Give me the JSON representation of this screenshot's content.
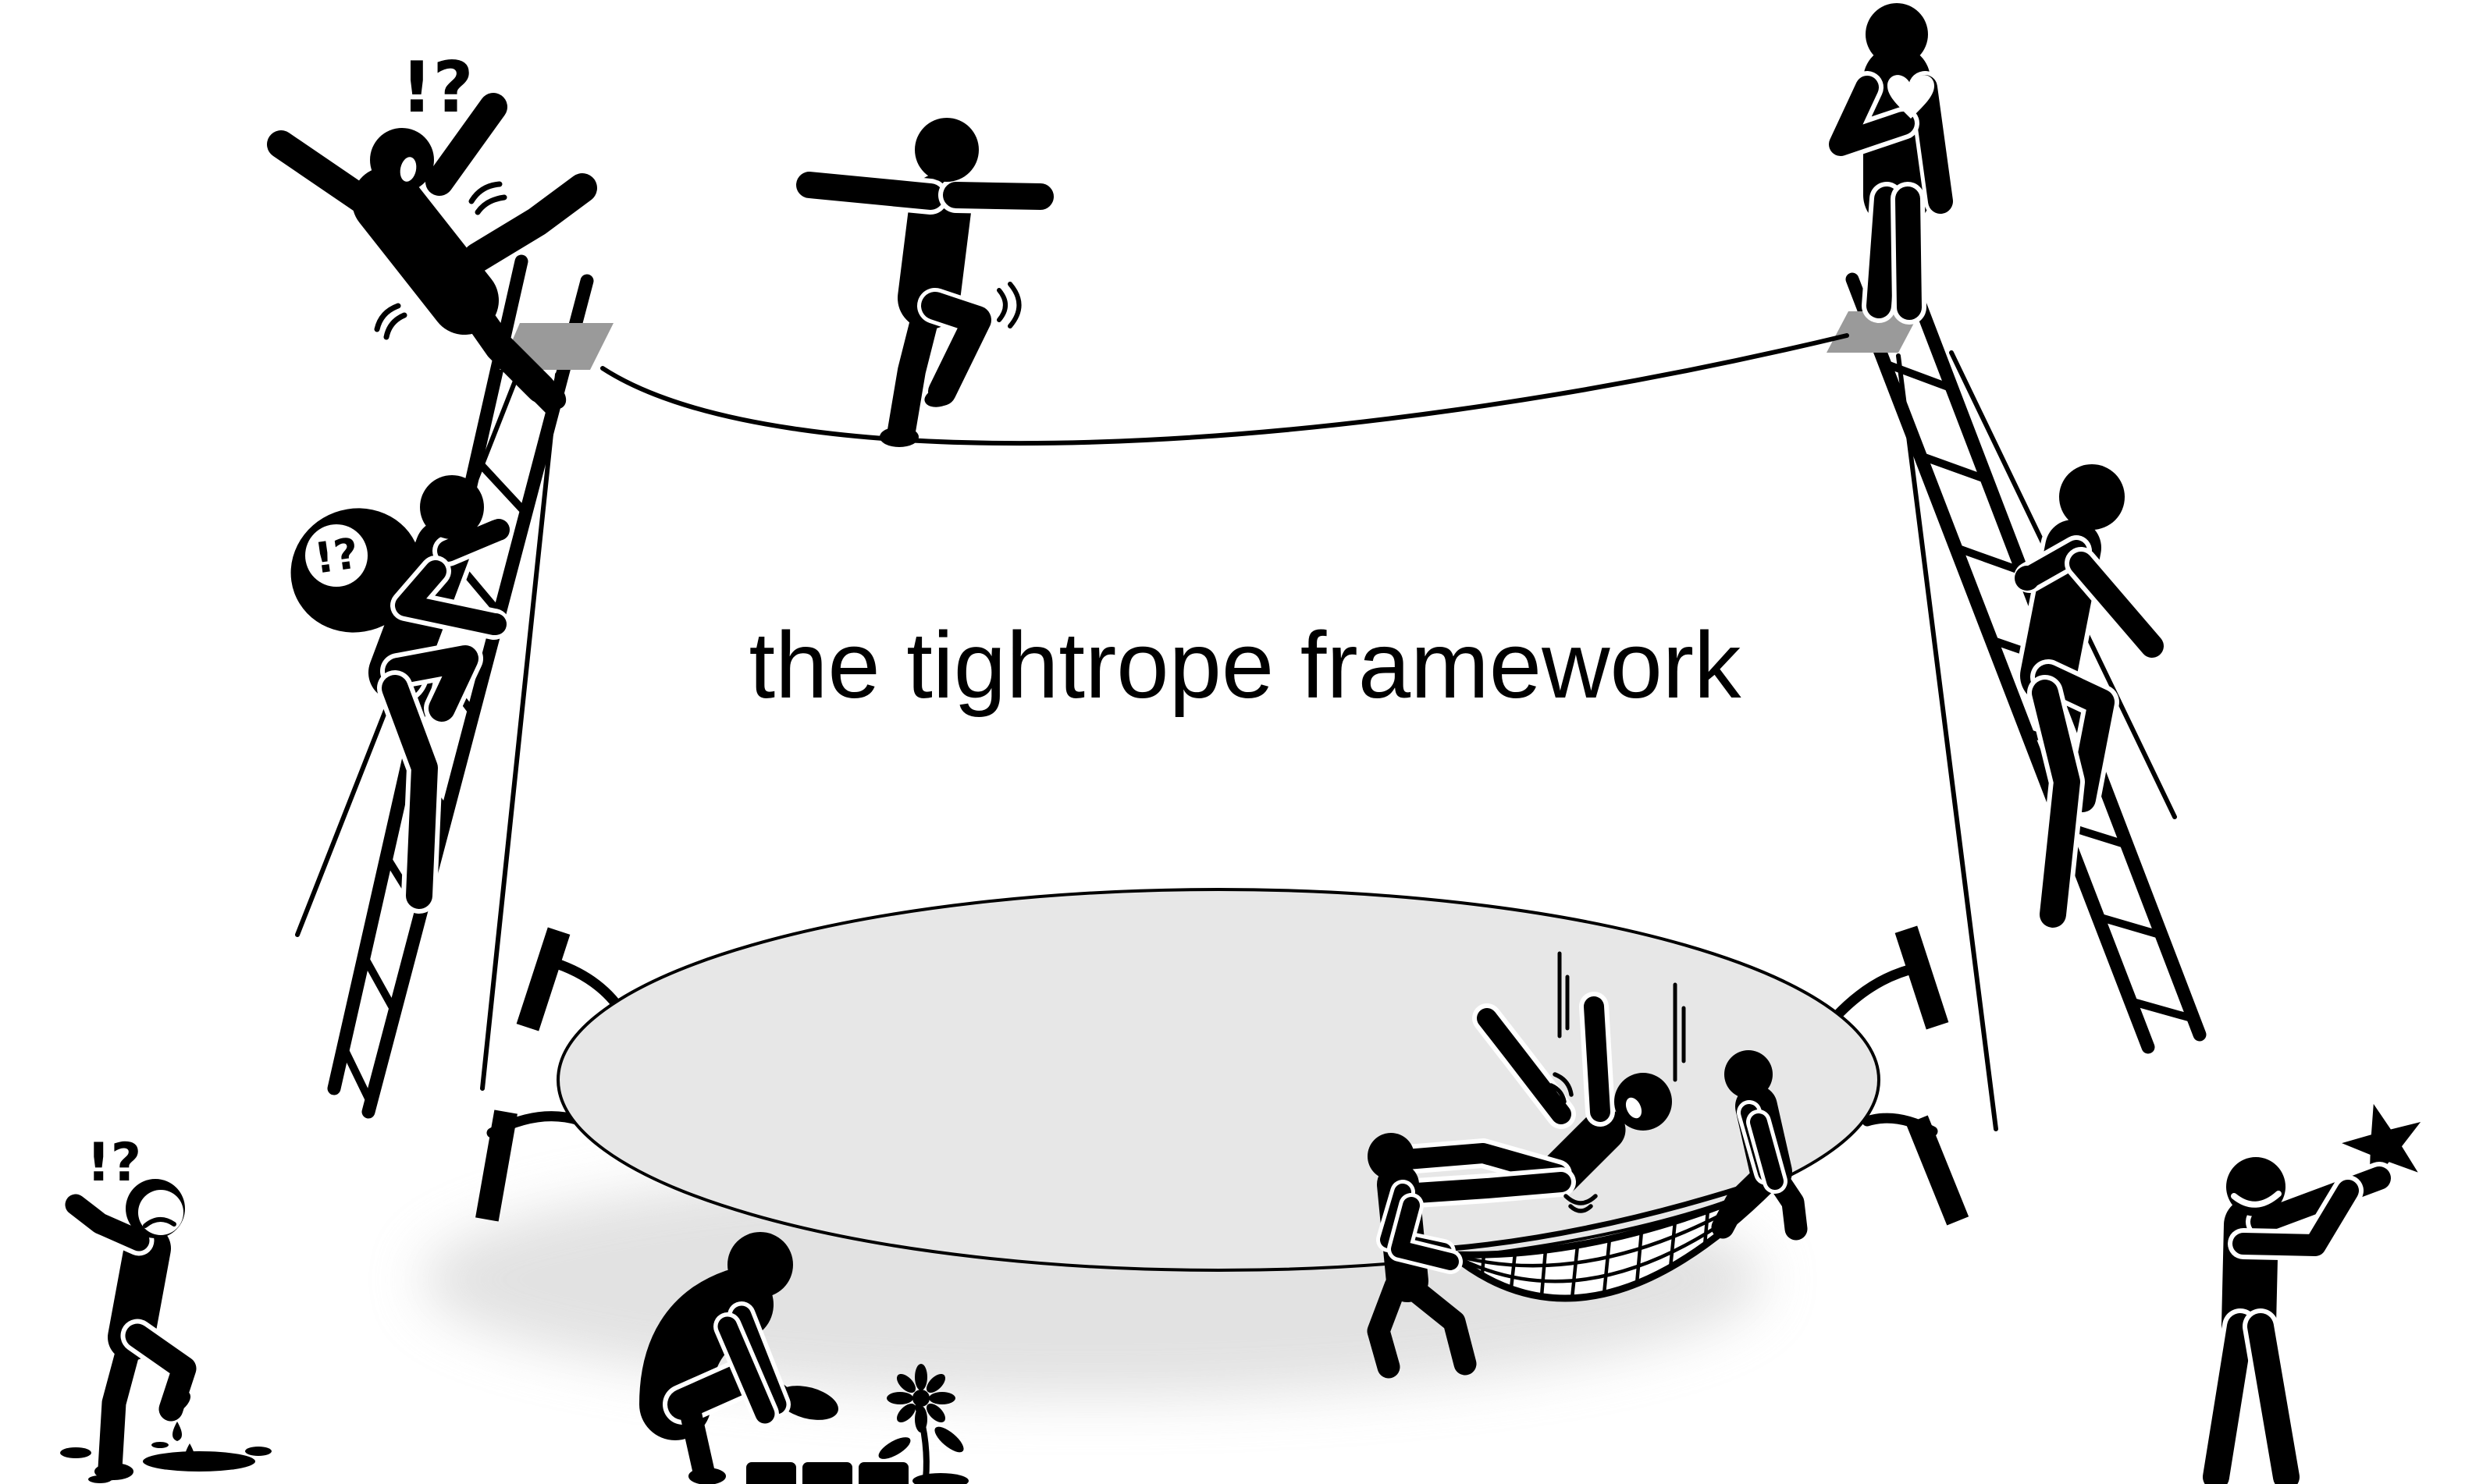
{
  "title": "the tightrope framework",
  "annotations": {
    "faller_exclamation": "!?",
    "backpack_exclamation": "!?",
    "puddle_exclamation": "!?"
  },
  "colors": {
    "background": "#ffffff",
    "ink": "#000000",
    "platform": "#9a9a9a",
    "trampoline_fill": "#e7e7e7",
    "shadow": "#cfcfcf"
  },
  "scene_elements": [
    {
      "id": "falling-person",
      "label": "person-falling-off-ladder-icon"
    },
    {
      "id": "tightrope-walker",
      "label": "person-balancing-on-tightrope-icon"
    },
    {
      "id": "heart-person",
      "label": "person-holding-heart-on-platform-icon"
    },
    {
      "id": "backpack-climber",
      "label": "person-climbing-ladder-with-heavy-pack-icon"
    },
    {
      "id": "right-climber",
      "label": "person-climbing-right-ladder-icon"
    },
    {
      "id": "left-ladder",
      "label": "ladder-icon"
    },
    {
      "id": "right-ladder",
      "label": "ladder-icon"
    },
    {
      "id": "tightrope",
      "label": "tightrope-line"
    },
    {
      "id": "trampoline",
      "label": "safety-trampoline-ellipse"
    },
    {
      "id": "puddle-person",
      "label": "person-stepped-in-puddle-icon"
    },
    {
      "id": "bricklayer",
      "label": "person-laying-bricks-icon"
    },
    {
      "id": "flower",
      "label": "flower-icon"
    },
    {
      "id": "net-catchers",
      "label": "two-people-holding-safety-net-icon"
    },
    {
      "id": "net-faller",
      "label": "person-falling-into-net-icon"
    },
    {
      "id": "star-person",
      "label": "person-reaching-for-star-icon"
    }
  ]
}
